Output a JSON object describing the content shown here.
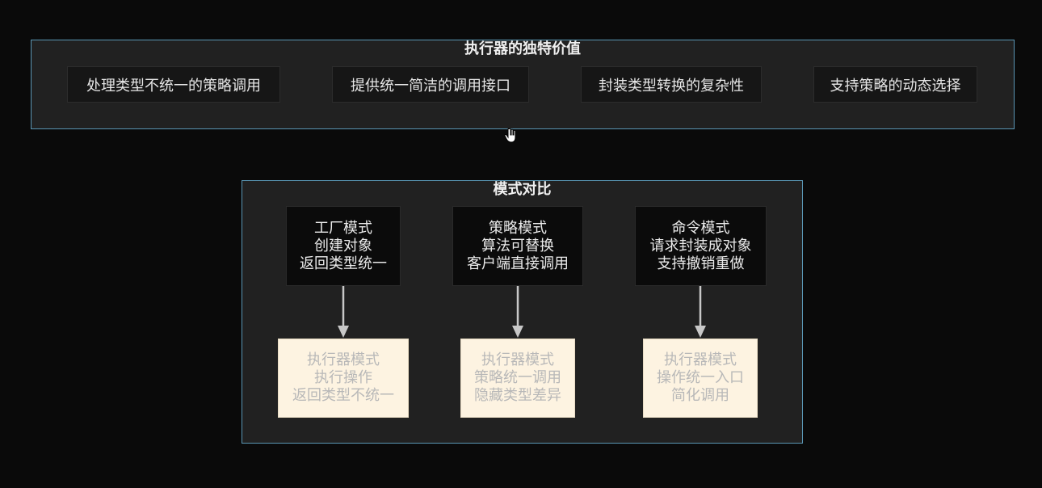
{
  "value_cluster": {
    "title": "执行器的独特价值",
    "items": [
      "处理类型不统一的策略调用",
      "提供统一简洁的调用接口",
      "封装类型转换的复杂性",
      "支持策略的动态选择"
    ]
  },
  "compare_cluster": {
    "title": "模式对比",
    "patterns": [
      {
        "lines": [
          "工厂模式",
          "创建对象",
          "返回类型统一"
        ],
        "result": [
          "执行器模式",
          "执行操作",
          "返回类型不统一"
        ]
      },
      {
        "lines": [
          "策略模式",
          "算法可替换",
          "客户端直接调用"
        ],
        "result": [
          "执行器模式",
          "策略统一调用",
          "隐藏类型差异"
        ]
      },
      {
        "lines": [
          "命令模式",
          "请求封装成对象",
          "支持撤销重做"
        ],
        "result": [
          "执行器模式",
          "操作统一入口",
          "简化调用"
        ]
      }
    ]
  },
  "colors": {
    "cluster_border": "#5a96b4",
    "cluster_fill": "#212121",
    "result_fill": "#fdf3e1",
    "arrow": "#c8c8c8"
  },
  "icons": {
    "cursor": "hand-pointer-icon"
  }
}
